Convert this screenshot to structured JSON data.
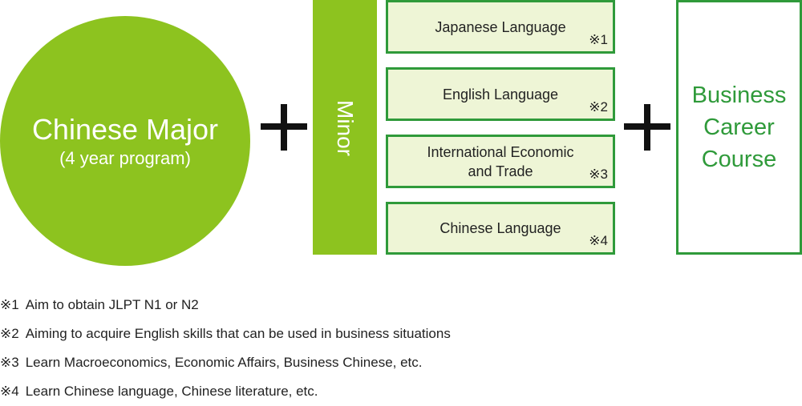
{
  "major": {
    "title": "Chinese Major",
    "subtitle": "(4 year program)"
  },
  "minor": {
    "label": "Minor",
    "options": [
      {
        "name": "Japanese Language",
        "note": "※1"
      },
      {
        "name": "English Language",
        "note": "※2"
      },
      {
        "name": "International Economic\nand Trade",
        "note": "※3"
      },
      {
        "name": "Chinese Language",
        "note": "※4"
      }
    ]
  },
  "career": {
    "label": "Business\nCareer\nCourse"
  },
  "notes": [
    {
      "mark": "※1",
      "text": "Aim to obtain JLPT N1 or N2"
    },
    {
      "mark": "※2",
      "text": "Aiming to acquire English skills that can be used in business situations"
    },
    {
      "mark": "※3",
      "text": "Learn Macroeconomics, Economic Affairs, Business Chinese, etc."
    },
    {
      "mark": "※4",
      "text": "Learn Chinese language, Chinese literature, etc."
    }
  ],
  "colors": {
    "accent": "#8dc31f",
    "border": "#2f9a3a",
    "box_fill": "#eef5d6"
  }
}
